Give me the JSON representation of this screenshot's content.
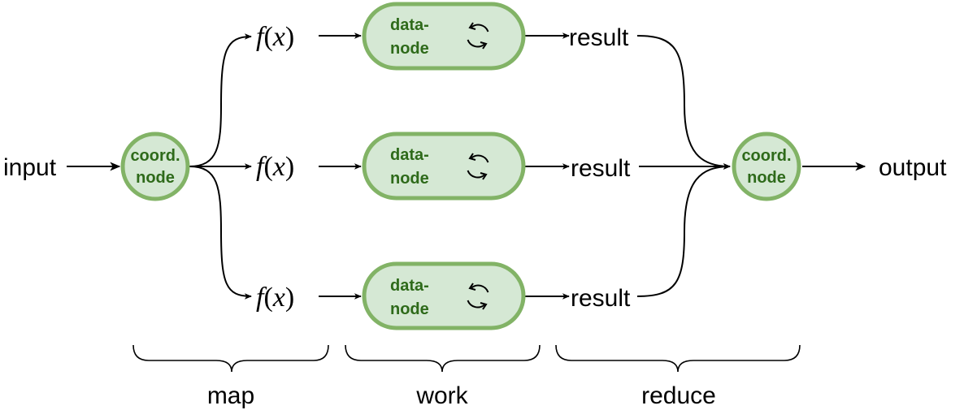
{
  "input_label": "input",
  "output_label": "output",
  "coord_nodes": [
    {
      "line1": "coord.",
      "line2": "node"
    },
    {
      "line1": "coord.",
      "line2": "node"
    }
  ],
  "map_functions": [
    {
      "fn": "f",
      "open": "(",
      "var": "x",
      "close": ")"
    },
    {
      "fn": "f",
      "open": "(",
      "var": "x",
      "close": ")"
    },
    {
      "fn": "f",
      "open": "(",
      "var": "x",
      "close": ")"
    }
  ],
  "data_nodes": [
    {
      "line1": "data-",
      "line2": "node",
      "icon": "refresh-icon"
    },
    {
      "line1": "data-",
      "line2": "node",
      "icon": "refresh-icon"
    },
    {
      "line1": "data-",
      "line2": "node",
      "icon": "refresh-icon"
    }
  ],
  "results": [
    "result",
    "result",
    "result"
  ],
  "phases": {
    "map": "map",
    "work": "work",
    "reduce": "reduce"
  },
  "colors": {
    "node_fill": "#d5e8d4",
    "node_stroke": "#82b366",
    "node_text": "#2e6a1a",
    "edge": "#000000"
  }
}
